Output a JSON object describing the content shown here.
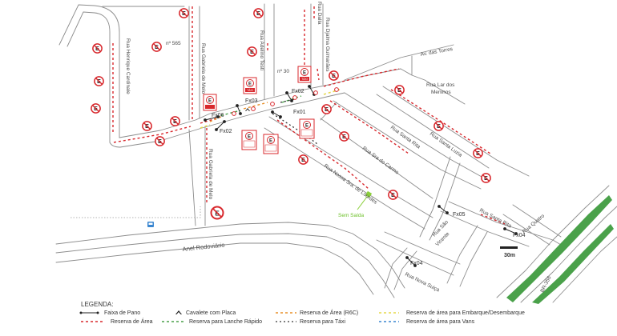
{
  "streets": {
    "henrique_cardinale": "Rua Henrique Cardinale",
    "gabriela_melo_top": "Rua Gabriela de Melo",
    "gabriela_melo_bottom": "Rua Gabriela de Melo",
    "adelino_testi": "Rua Adelino Testi",
    "djalma_guimaraes": "Rua Djalma Guimarães",
    "av_torres": "Av. das Torres",
    "lar_meninos_1": "Rua Lar dos",
    "lar_meninos_2": "Meninos",
    "santa_rita": "Rua Santa Rita",
    "santa_luzia": "Rua Santa Luzia",
    "sra_carmo": "Rua Sra do Carmo",
    "nossa_sra_lourdes": "Rua Nossa Sra. de Lourdes",
    "santo_rita_2": "Rua Santa Rita",
    "sao_vicente_1": "Rua São",
    "sao_vicente_2": "Vicente",
    "nova_suica": "Rua Nova Suiça",
    "quatro": "Rua Quatro",
    "anel": "Anel Rodoviário",
    "br": "BR-356",
    "dalla": "Rua Dalla",
    "n565": "nº 565",
    "n30": "nº 30"
  },
  "codes": {
    "fx01": "Fx01",
    "fx02a": "Fx02",
    "fx02b": "Fx02",
    "fx03": "Fx03",
    "fx04a": "Fx04",
    "fx04b": "Fx04",
    "fx05": "Fx05",
    "fx06": "Fx06",
    "scale": "30m"
  },
  "annotations": {
    "sem_saida": "Sem Saída"
  },
  "signs": {
    "e_letter": "E",
    "taxi": "TÁXI",
    "lanche_rapido": "LANCHE RÁPIDO",
    "embarque": "EMBARQUE"
  },
  "legend": {
    "title": "LEGENDA:",
    "faixa_pano": "Faixa de Pano",
    "cavalete": "Cavalete com Placa",
    "reserva_r6c": "Reserva de Área (R6C)",
    "reserva_embarque": "Reserva de área para Embarque/Desembarque",
    "reserva_area": "Reserva de Área",
    "reserva_lanche": "Reserva para Lanche Rápido",
    "reserva_taxi": "Reserva para Táxi",
    "reserva_vans": "Reserva de área para Vans"
  },
  "colors": {
    "road": "#8c8c8c",
    "red": "#d8282d",
    "green": "#4aa14a",
    "orange": "#e8902a",
    "yellow": "#e6d84a",
    "blue": "#3a86d0",
    "highlight": "#8bd03a"
  }
}
